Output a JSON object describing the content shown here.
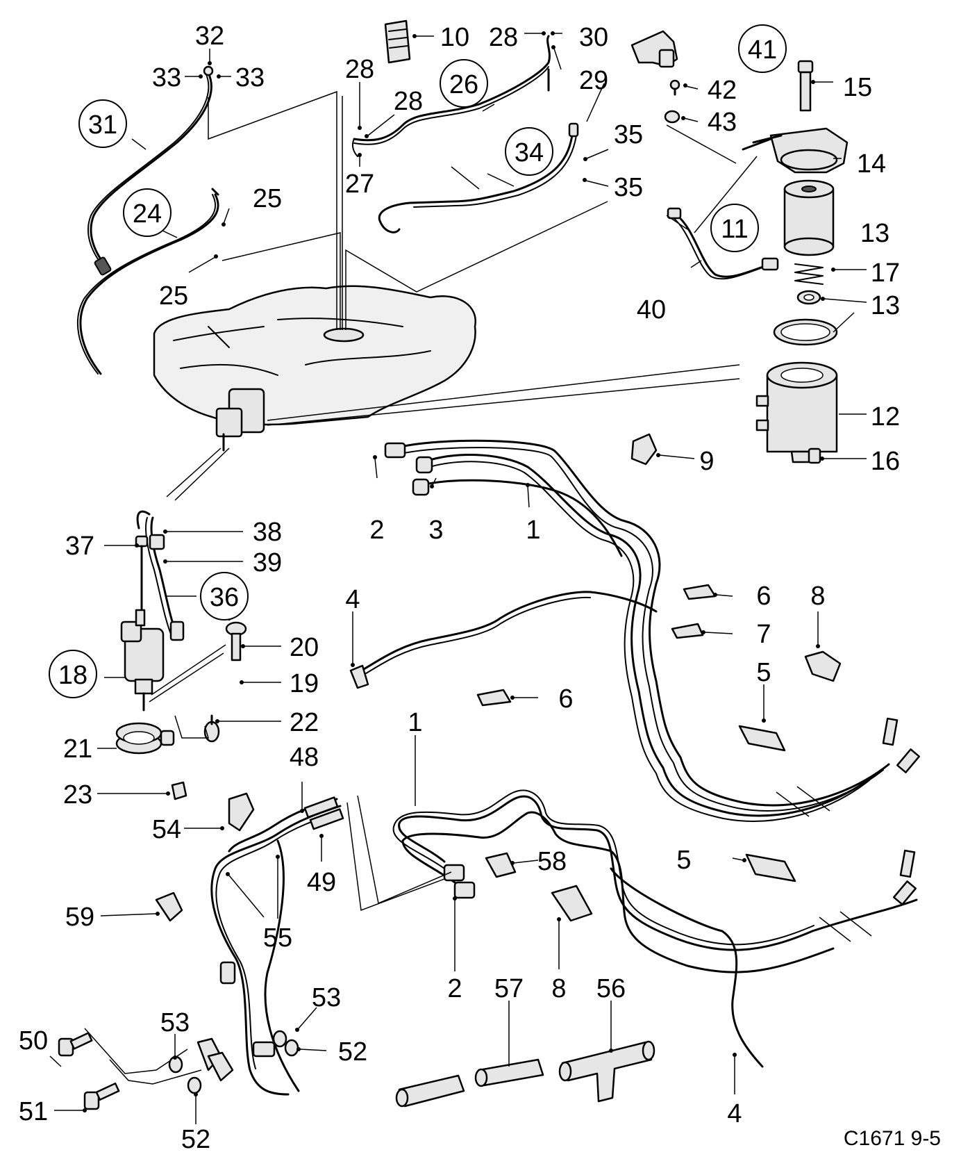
{
  "reference_code": "C1671 9-5",
  "callouts": {
    "c1a": "1",
    "c1b": "1",
    "c2a": "2",
    "c2b": "2",
    "c3": "3",
    "c4a": "4",
    "c4b": "4",
    "c5a": "5",
    "c5b": "5",
    "c6a": "6",
    "c6b": "6",
    "c7": "7",
    "c8a": "8",
    "c8b": "8",
    "c9": "9",
    "c10": "10",
    "c11": "11",
    "c12": "12",
    "c13a": "13",
    "c13b": "13",
    "c14": "14",
    "c15": "15",
    "c16": "16",
    "c17": "17",
    "c18": "18",
    "c19": "19",
    "c20": "20",
    "c21": "21",
    "c22": "22",
    "c23": "23",
    "c24": "24",
    "c25a": "25",
    "c25b": "25",
    "c26": "26",
    "c27": "27",
    "c28a": "28",
    "c28b": "28",
    "c28c": "28",
    "c29": "29",
    "c30": "30",
    "c31": "31",
    "c32": "32",
    "c33a": "33",
    "c33b": "33",
    "c34": "34",
    "c35a": "35",
    "c35b": "35",
    "c36": "36",
    "c37": "37",
    "c38": "38",
    "c39": "39",
    "c40": "40",
    "c41": "41",
    "c42": "42",
    "c43": "43",
    "c48": "48",
    "c49": "49",
    "c50": "50",
    "c51": "51",
    "c52a": "52",
    "c52b": "52",
    "c53a": "53",
    "c53b": "53",
    "c54": "54",
    "c55": "55",
    "c56": "56",
    "c57": "57",
    "c58": "58",
    "c59": "59"
  }
}
